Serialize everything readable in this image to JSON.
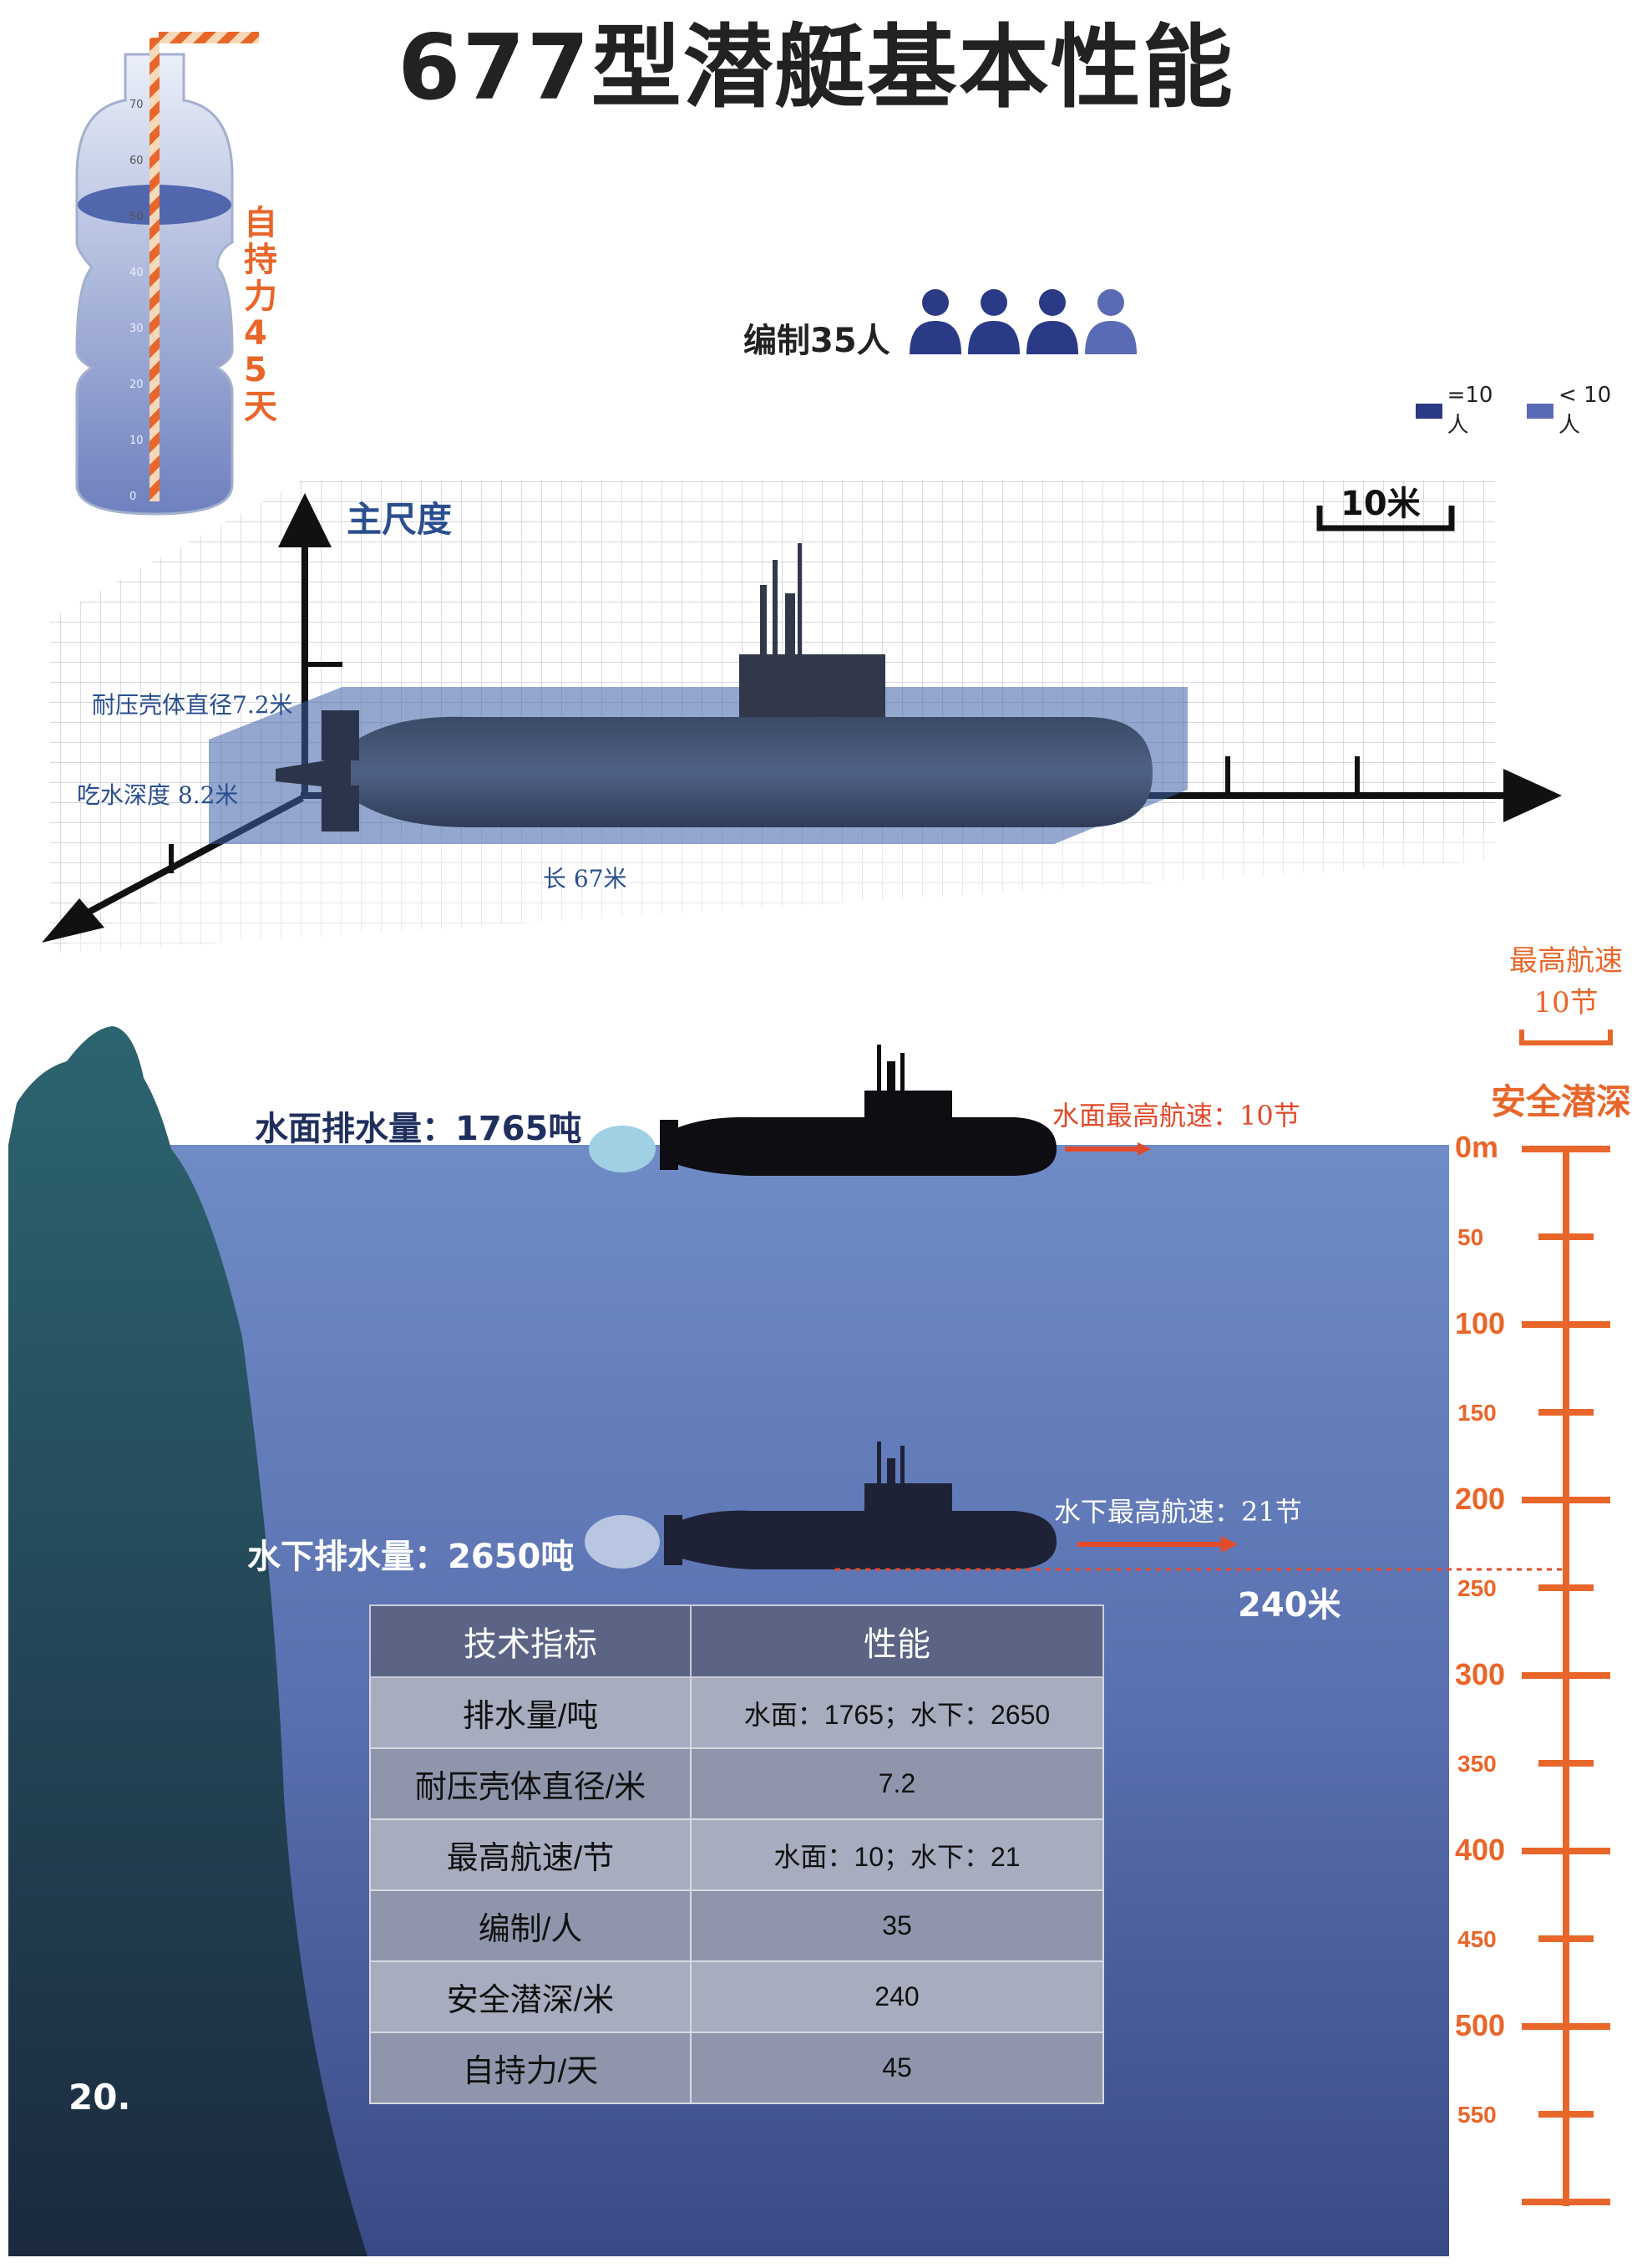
{
  "title": "677型潜艇基本性能",
  "endurance": {
    "label": "自持力 45天",
    "scale_ticks": [
      "70",
      "60",
      "50",
      "40",
      "30",
      "20",
      "10",
      "0"
    ],
    "value_days": 45
  },
  "crew": {
    "label": "编制35人",
    "legend_full": "=10人",
    "legend_partial": "< 10人",
    "full_icons": 3,
    "partial_icons": 1
  },
  "dimensions": {
    "heading": "主尺度",
    "scale": "10米",
    "hull_diameter": "耐压壳体直径7.2米",
    "draft": "吃水深度 8.2米",
    "length": "长 67米"
  },
  "max_speed_note": {
    "line1": "最高航速",
    "line2": "10节"
  },
  "safe_depth": {
    "heading": "安全潜深",
    "ticks": [
      "0m",
      "50",
      "100",
      "150",
      "200",
      "250",
      "300",
      "350",
      "400",
      "450",
      "500",
      "550"
    ],
    "marker": "240米"
  },
  "surface": {
    "displacement": "水面排水量：1765吨",
    "speed": "水面最高航速：10节"
  },
  "underwater": {
    "displacement": "水下排水量：2650吨",
    "speed": "水下最高航速：21节"
  },
  "table": {
    "headers": [
      "技术指标",
      "性能"
    ],
    "rows": [
      {
        "k": "排水量/吨",
        "v": "水面：1765；水下：2650"
      },
      {
        "k": "耐压壳体直径/米",
        "v": "7.2"
      },
      {
        "k": "最高航速/节",
        "v": "水面：10；水下：21"
      },
      {
        "k": "编制/人",
        "v": "35"
      },
      {
        "k": "安全潜深/米",
        "v": "240"
      },
      {
        "k": "自持力/天",
        "v": "45"
      }
    ]
  },
  "page_number": "20.",
  "colors": {
    "orange": "#e8662a",
    "navy": "#2e3a78",
    "sea_top": "#6d8ac4",
    "sea_bottom": "#3a4a86",
    "rock": "#2f6070"
  }
}
